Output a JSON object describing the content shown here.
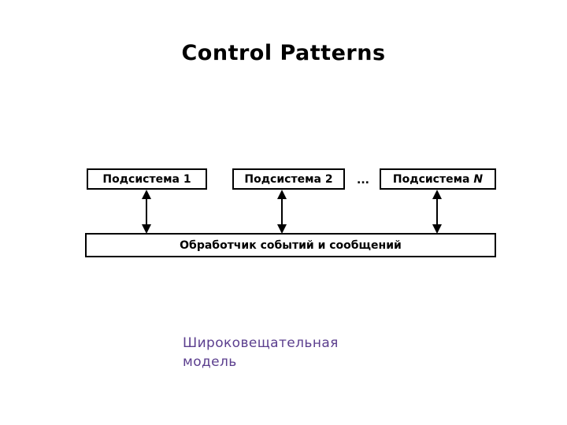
{
  "slide": {
    "title": "Control Patterns",
    "background_color": "#ffffff",
    "title_color": "#000000"
  },
  "diagram": {
    "type": "block-diagram",
    "line_color": "#000000",
    "fill_color": "#ffffff",
    "subsystems": [
      {
        "label": "Подсистема 1",
        "name_suffix": "1"
      },
      {
        "label": "Подсистема 2",
        "name_suffix": "2"
      },
      {
        "label_prefix": "Подсистема ",
        "label_italic": "N",
        "label": "Подсистема N",
        "name_suffix": "N"
      }
    ],
    "ellipsis": "...",
    "handler": {
      "label": "Обработчик событий и сообщений"
    },
    "connectors": [
      {
        "from": "Подсистема 1",
        "to": "Обработчик событий и сообщений",
        "style": "double-headed-arrow"
      },
      {
        "from": "Подсистема 2",
        "to": "Обработчик событий и сообщений",
        "style": "double-headed-arrow"
      },
      {
        "from": "Подсистема N",
        "to": "Обработчик событий и сообщений",
        "style": "double-headed-arrow"
      }
    ]
  },
  "caption": {
    "line1": "Широковещательная",
    "line2": "модель",
    "color": "#5B3E8E"
  }
}
